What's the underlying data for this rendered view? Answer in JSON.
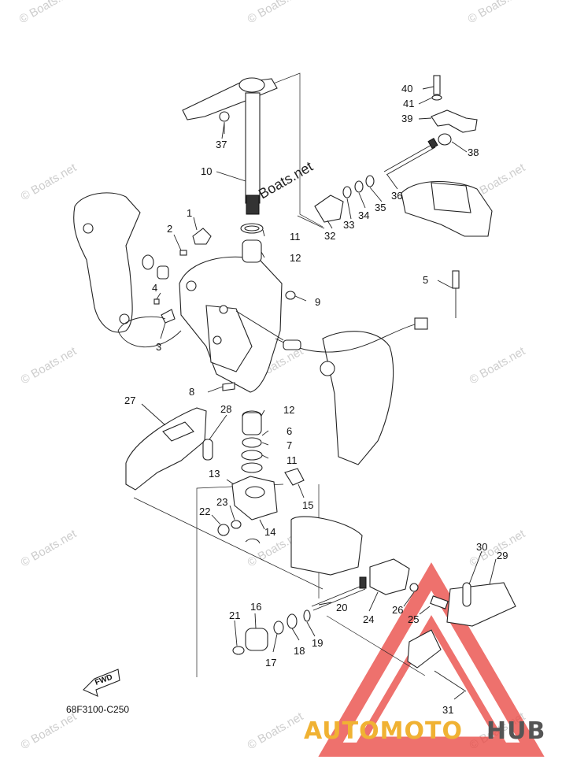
{
  "diagram": {
    "code": "68F3100-C250",
    "fwd_label": "FWD",
    "center_watermark": "Boats.net",
    "watermark_text": "© Boats.net",
    "brand": {
      "part1": "AUTOMOTO",
      "part2": "HUB"
    },
    "callouts": [
      "1",
      "2",
      "3",
      "4",
      "5",
      "6",
      "7",
      "8",
      "9",
      "10",
      "11",
      "12",
      "13",
      "14",
      "15",
      "16",
      "17",
      "18",
      "19",
      "20",
      "21",
      "22",
      "23",
      "24",
      "25",
      "26",
      "27",
      "28",
      "29",
      "30",
      "31",
      "32",
      "33",
      "34",
      "35",
      "36",
      "37",
      "38",
      "39",
      "40",
      "41",
      "11",
      "12"
    ]
  },
  "colors": {
    "brand_orange": "#f0b233",
    "brand_gray": "#555555",
    "triangle_red": "#e8423c"
  }
}
